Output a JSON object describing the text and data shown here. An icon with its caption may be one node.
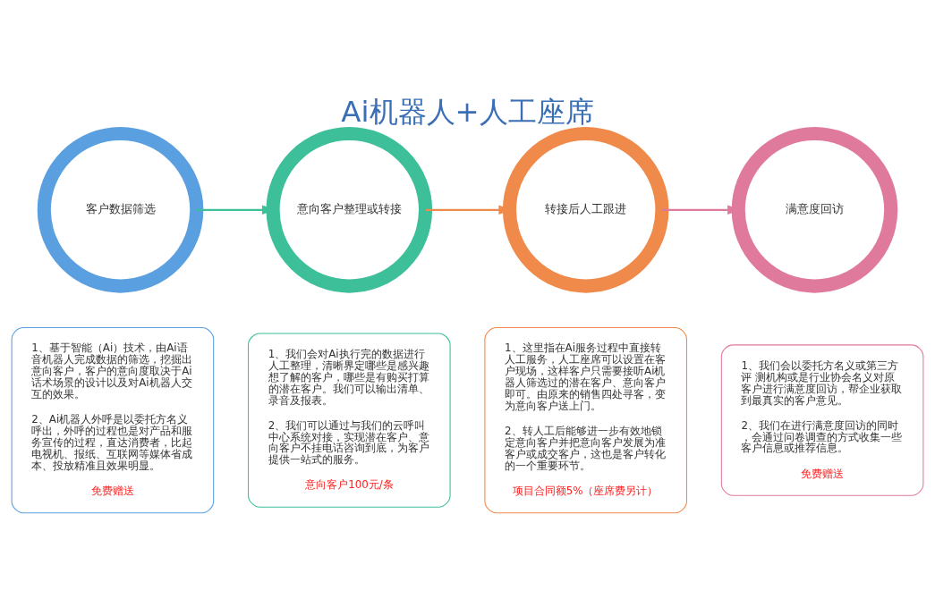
{
  "diagram": {
    "title": "Ai机器人+人工座席",
    "nodes": [
      {
        "text": [
          "客户数据筛选"
        ]
      },
      {
        "text": [
          "意向客户整理或转接"
        ]
      },
      {
        "text": [
          "转接后人工跟进"
        ]
      },
      {
        "text": [
          "满意度回访"
        ]
      },
      {
        "text": [
          "1、基于智能（Ai）技术，由Ai语音机器人完成数据的筛选，挖掘出意向客户，客户的意向度取决于Ai话术场景的设计以及对Ai机器人交互的效果。",
          "2、Ai机器人外呼是以委托方名义呼出，外呼的过程也是对产品和服务宣传的过程，直达消费者，比起电视机、报纸、互联网等媒体省成本、投放精准且效果明显。",
          "免费赠送"
        ]
      },
      {
        "text": [
          "1、我们会对Ai执行完的数据进行人工整理，清晰界定哪些是感兴趣想了解的客户，哪些是有购买打算的潜在客户。我们可以输出清单、录音及报表。",
          "2、我们可以通过与我们的云呼叫中心系统对接，实现潜在客户、意向客户不挂电话咨询到底，为客户提供一站式的服务。",
          "意向客户100元/条"
        ]
      },
      {
        "text": [
          "1、这里指在Ai服务过程中直接转人工服务，人工座席可以设置在客户现场，这样客户只需要接听Ai机器人筛选过的潜在客户、意向客户即可。由原来的销售四处寻客，变为意向客户送上门。",
          "2、转人工后能够进一步有效地锁定意向客户并把意向客户发展为准客户或成交客户，这也是客户转化的一个重要环节。",
          "项目合同额5%（座席费另计）"
        ]
      },
      {
        "text": [
          "1、我们会以委托方名义或第三方评 测机构或是行业协会名义对原客户进行满意度回访，帮企业获取到最真实的客户意见。",
          "2、我们在进行满意度回访的同时，会通过问卷调查的方式收集一些客户信息或推荐信息。",
          "免费赠送"
        ]
      }
    ],
    "edges": [
      {
        "from": 0,
        "to": 1,
        "arrow": "to",
        "color": "#3dbf9a"
      },
      {
        "from": 1,
        "to": 2,
        "arrow": "to",
        "color": "#f08a4b"
      },
      {
        "from": 2,
        "to": 3,
        "arrow": "to",
        "color": "#e07a9c"
      }
    ]
  }
}
